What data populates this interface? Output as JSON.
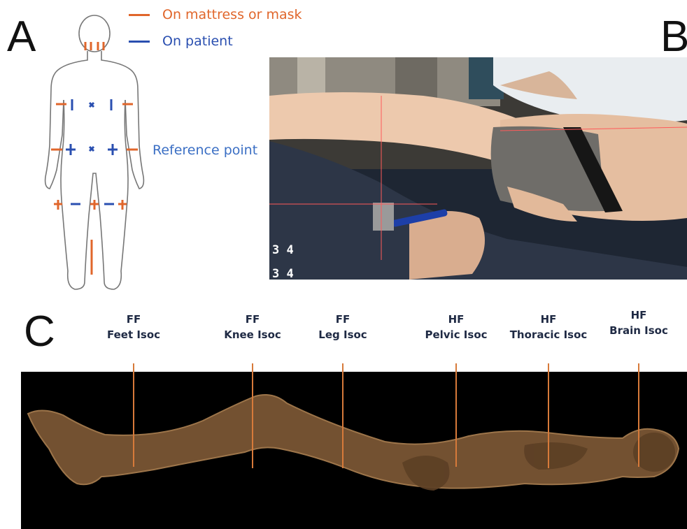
{
  "panels": {
    "a": "A",
    "b": "B",
    "c": "C"
  },
  "legend": {
    "mattress": {
      "label": "On mattress or mask",
      "color": "#e0662b"
    },
    "patient": {
      "label": "On patient",
      "color": "#2a4fb0"
    }
  },
  "reference_point": "Reference point",
  "photo_numbers": [
    "3 4",
    "3 4"
  ],
  "isocenters": [
    {
      "orientation": "FF",
      "name": "Feet Isoc"
    },
    {
      "orientation": "FF",
      "name": "Knee Isoc"
    },
    {
      "orientation": "FF",
      "name": "Leg Isoc"
    },
    {
      "orientation": "HF",
      "name": "Pelvic Isoc"
    },
    {
      "orientation": "HF",
      "name": "Thoracic Isoc"
    },
    {
      "orientation": "HF",
      "name": "Brain Isoc"
    }
  ],
  "colors": {
    "iso_line": "#d77a3a",
    "scan_background": "#000000",
    "body_render": "#8a6239"
  }
}
